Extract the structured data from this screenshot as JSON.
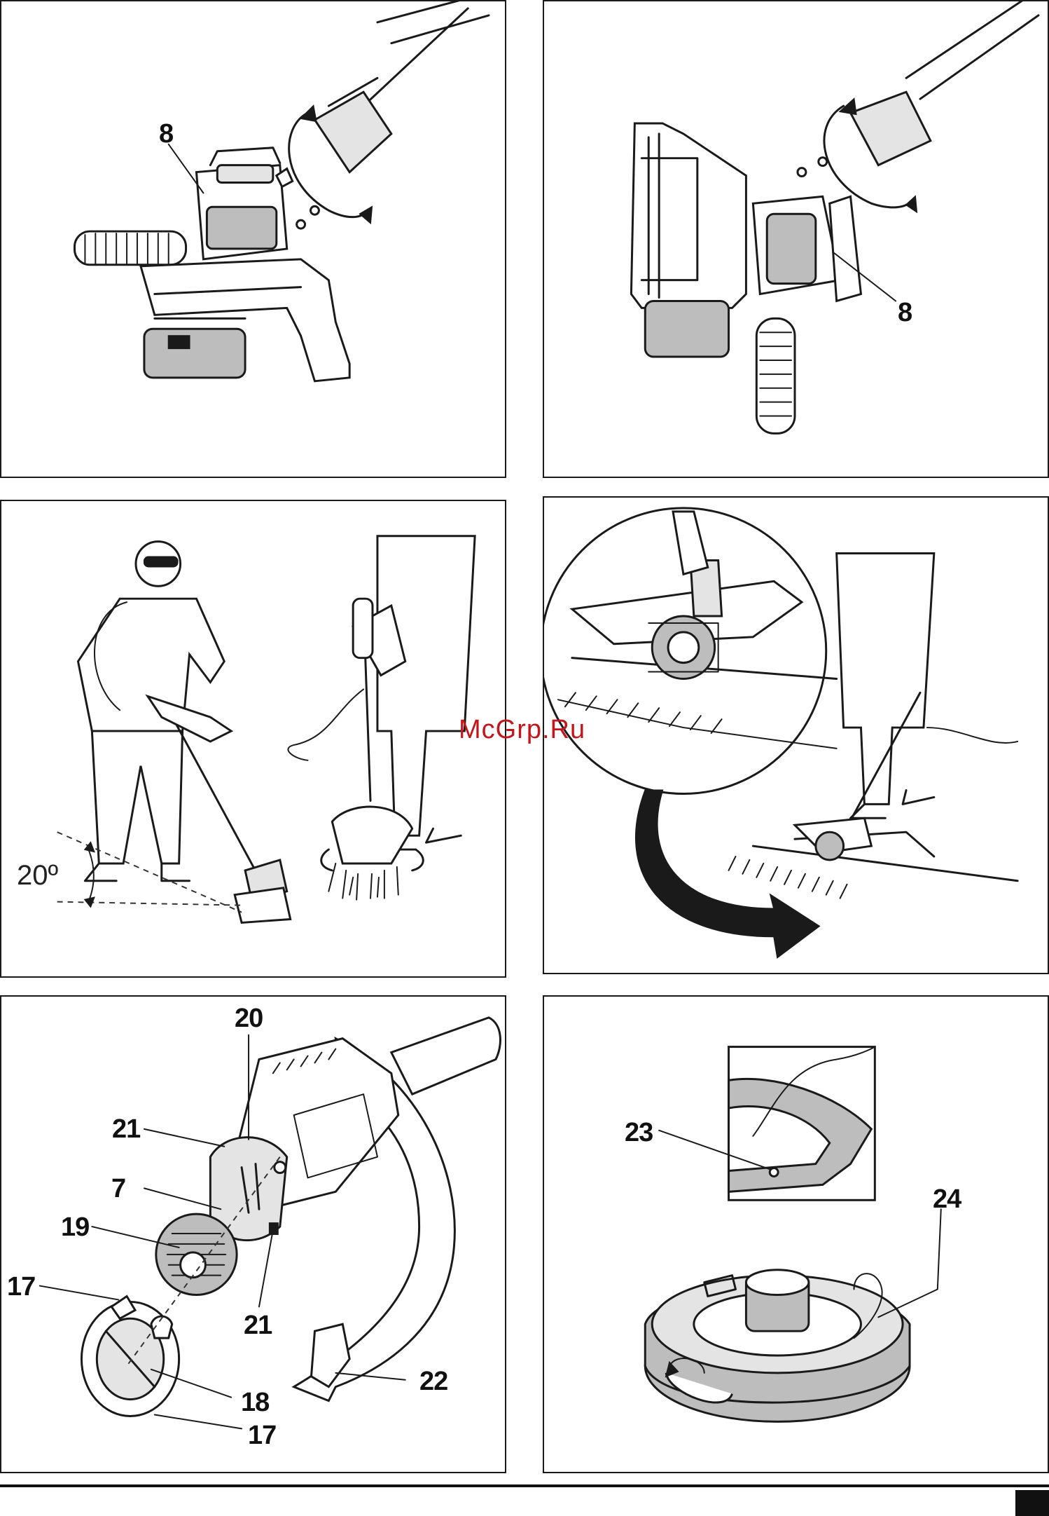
{
  "figures": [
    {
      "id": "fig-a",
      "callouts": [
        "8"
      ]
    },
    {
      "id": "fig-b",
      "callouts": [
        "8"
      ]
    },
    {
      "id": "fig-c",
      "angle_label": "20º"
    },
    {
      "id": "fig-d"
    },
    {
      "id": "fig-e",
      "callouts": [
        "20",
        "21",
        "7",
        "19",
        "17",
        "21",
        "22",
        "18",
        "17"
      ]
    },
    {
      "id": "fig-f",
      "callouts": [
        "23",
        "24"
      ]
    }
  ],
  "watermark": "McGrp.Ru",
  "colors": {
    "ink": "#1a1a1a",
    "watermark": "#c0161c",
    "panel_border": "#1a1a1a"
  }
}
